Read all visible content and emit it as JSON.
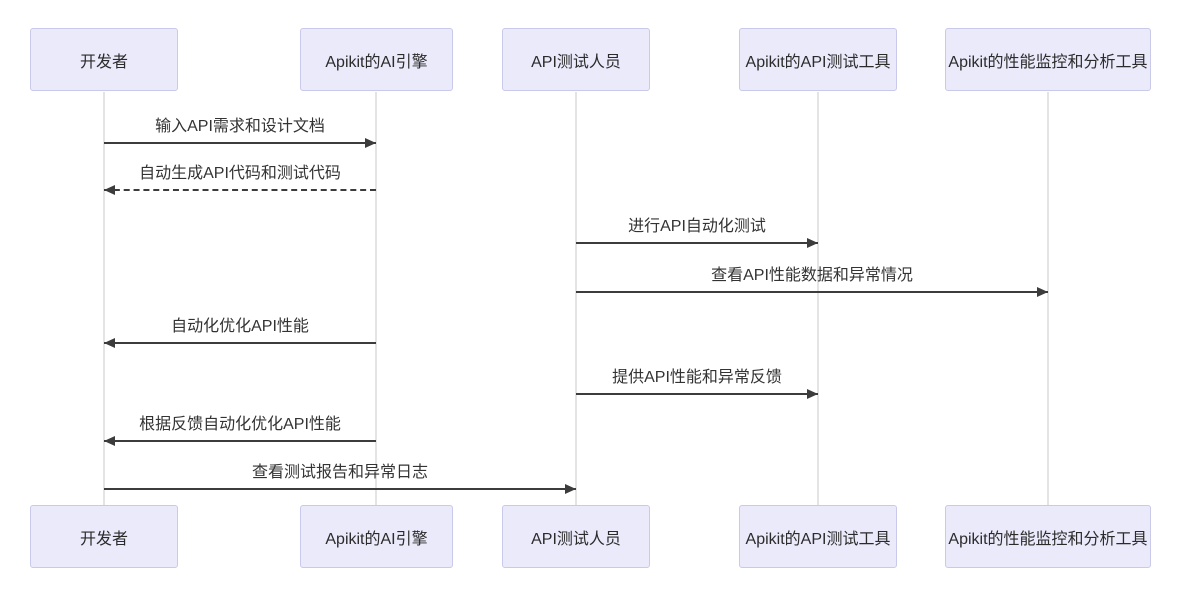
{
  "diagram": {
    "type": "sequence-diagram",
    "actors": [
      {
        "id": "developer",
        "label": "开发者"
      },
      {
        "id": "ai-engine",
        "label": "Apikit的AI引擎"
      },
      {
        "id": "api-tester",
        "label": "API测试人员"
      },
      {
        "id": "api-test-tool",
        "label": "Apikit的API测试工具"
      },
      {
        "id": "perf-monitor-tool",
        "label": "Apikit的性能监控和分析工具"
      }
    ],
    "messages": [
      {
        "from": "开发者",
        "to": "Apikit的AI引擎",
        "text": "输入API需求和设计文档",
        "line": "solid",
        "direction": "right"
      },
      {
        "from": "Apikit的AI引擎",
        "to": "开发者",
        "text": "自动生成API代码和测试代码",
        "line": "dashed",
        "direction": "left"
      },
      {
        "from": "API测试人员",
        "to": "Apikit的API测试工具",
        "text": "进行API自动化测试",
        "line": "solid",
        "direction": "right"
      },
      {
        "from": "API测试人员",
        "to": "Apikit的性能监控和分析工具",
        "text": "查看API性能数据和异常情况",
        "line": "solid",
        "direction": "right"
      },
      {
        "from": "Apikit的AI引擎",
        "to": "开发者",
        "text": "自动化优化API性能",
        "line": "solid",
        "direction": "left"
      },
      {
        "from": "API测试人员",
        "to": "Apikit的API测试工具",
        "text": "提供API性能和异常反馈",
        "line": "solid",
        "direction": "right"
      },
      {
        "from": "Apikit的AI引擎",
        "to": "开发者",
        "text": "根据反馈自动化优化API性能",
        "line": "solid",
        "direction": "left"
      },
      {
        "from": "开发者",
        "to": "API测试人员",
        "text": "查看测试报告和异常日志",
        "line": "solid",
        "direction": "right"
      }
    ],
    "colors": {
      "actor_fill": "#EAEAFB",
      "actor_border": "#C9C9EA",
      "lifeline": "#E4E4E4",
      "message_line": "#3C3C3C",
      "text": "#333333",
      "background": "#FFFFFF"
    }
  }
}
